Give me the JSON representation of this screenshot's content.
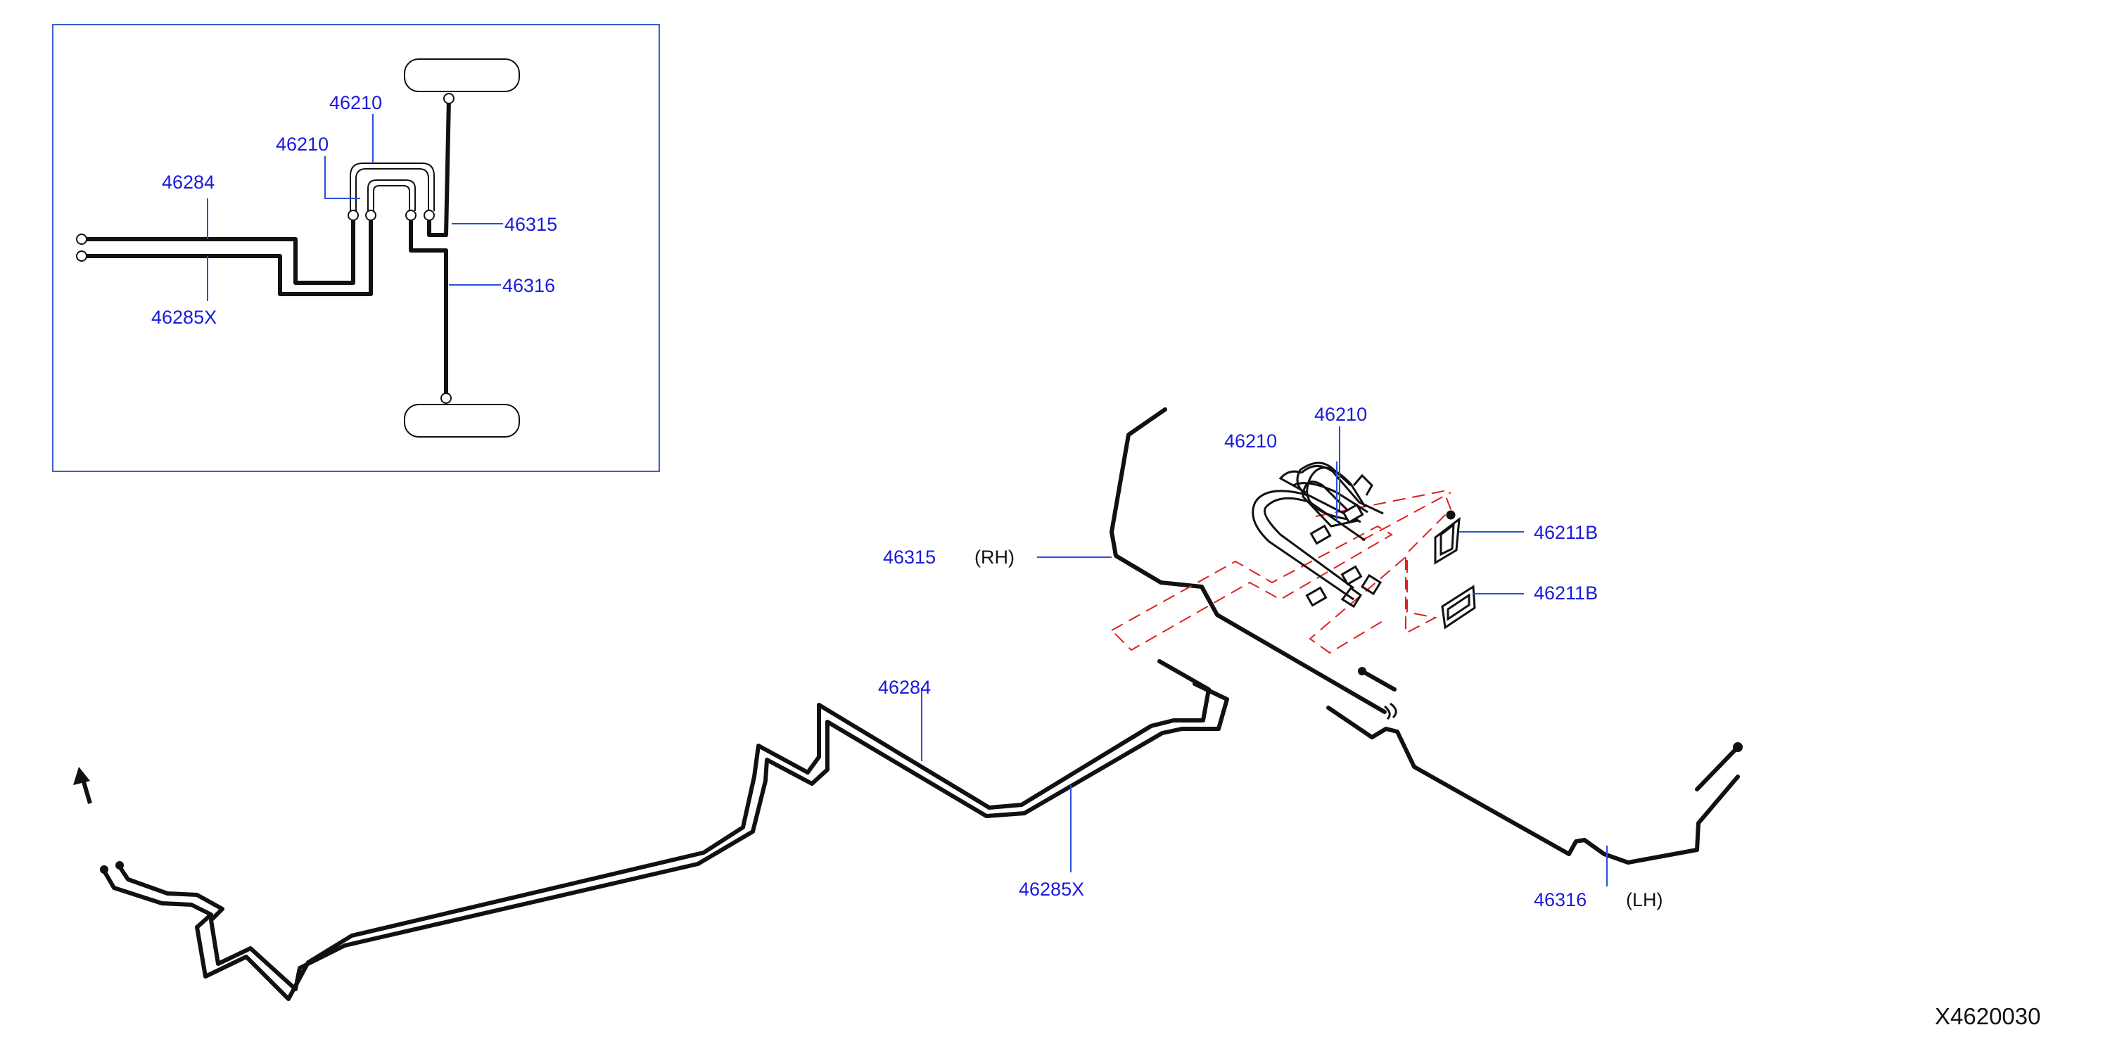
{
  "inset": {
    "labels": {
      "p46210_upper": "46210",
      "p46210_lower": "46210",
      "p46284": "46284",
      "p46285x": "46285X",
      "p46315": "46315",
      "p46316": "46316"
    }
  },
  "main": {
    "labels": {
      "p46210_a": "46210",
      "p46210_b": "46210",
      "p46211b_a": "46211B",
      "p46211b_b": "46211B",
      "p46315": "46315",
      "rh": "(RH)",
      "p46284": "46284",
      "p46285x": "46285X",
      "p46316": "46316",
      "lh": "(LH)"
    }
  },
  "diagram_code": "X4620030",
  "colors": {
    "part_number": "#1a1adc",
    "leader": "#2a4fd8",
    "inset_border": "#3a5fcd",
    "hidden_outline": "#e02020",
    "line": "#111111"
  }
}
